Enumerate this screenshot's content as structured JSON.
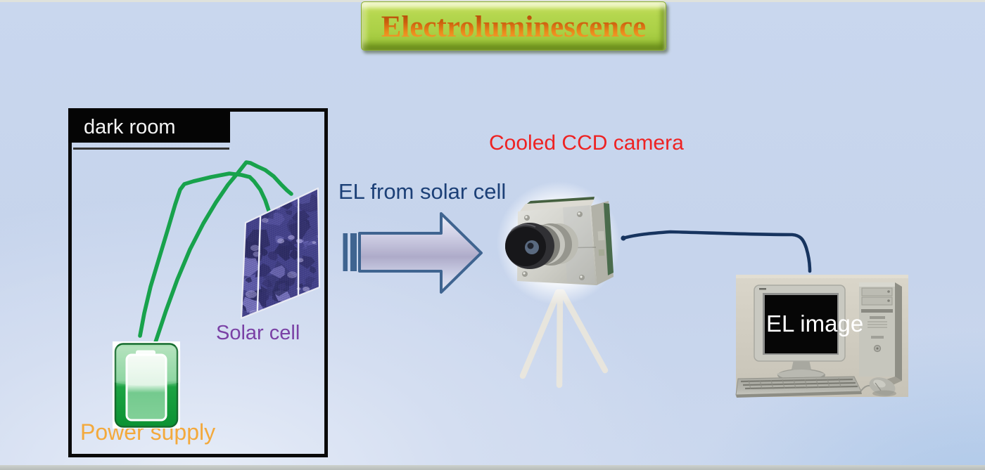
{
  "title": {
    "label": "Electroluminescence"
  },
  "dark_room": {
    "label": "dark room"
  },
  "labels": {
    "solar_cell": "Solar cell",
    "power_supply": "Power supply",
    "el_from_solar_cell": "EL from solar cell",
    "cooled_ccd_camera": "Cooled CCD camera",
    "el_image": "EL image"
  },
  "icons": [
    "battery-icon",
    "solar-panel-icon",
    "wire-icon",
    "block-arrow-right-icon",
    "ccd-camera-icon",
    "tripod-icon",
    "data-cable-icon",
    "desktop-computer-icon"
  ],
  "colors": {
    "background": "#c6d4ec",
    "banner_green": "#aed14a",
    "title_orange": "#e8821a",
    "dark_room_box": "#0a0a0a",
    "wire_green": "#18a24c",
    "solar_label_purple": "#7a41a5",
    "power_label_orange": "#f3a93c",
    "el_text_blue": "#1c4077",
    "ccd_text_red": "#ee2222",
    "arrow_outline_blue": "#3f6490",
    "cable_navy": "#17345f",
    "el_image_text": "#ffffff"
  }
}
